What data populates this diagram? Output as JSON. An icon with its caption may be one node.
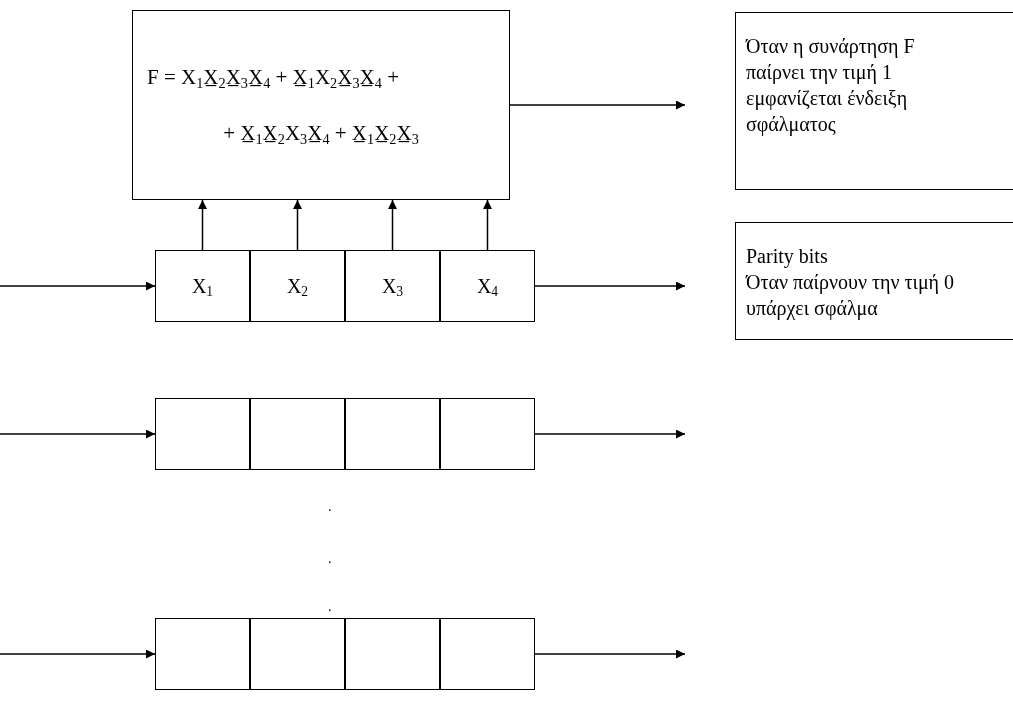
{
  "diagram": {
    "nodes": [
      {
        "text": [
          "F = X$_{1}$X̲$_{2}$X̲$_{3}$X̲$_{4}$ + X̲$_{1}$X$_{2}$X̲$_{3}$X̲$_{4}$ +",
          "+ X̲$_{1}$X̲$_{2}$X$_{3}$X̲$_{4}$ + X̲$_{1}$X̲$_{2}$X̲$_{3}$"
        ]
      },
      {
        "text": [
          "Όταν η συνάρτηση F παίρνει την τιμή 1 εμφανίζεται ένδειξη σφάλματος"
        ]
      },
      {
        "text": [
          "X$_{1}$"
        ]
      },
      {
        "text": [
          "X$_{2}$"
        ]
      },
      {
        "text": [
          "X$_{3}$"
        ]
      },
      {
        "text": [
          "X$_{4}$"
        ]
      },
      {
        "text": [
          "Parity bits",
          "Όταν παίρνουν την τιμή 0 υπάρχει σφάλμα"
        ]
      },
      {
        "text": [],
        "shape": "box"
      },
      {
        "text": [],
        "shape": "box"
      },
      {
        "text": [],
        "shape": "box"
      },
      {
        "text": [],
        "shape": "box"
      },
      {
        "text": [],
        "shape": "box"
      },
      {
        "text": [],
        "shape": "box"
      },
      {
        "text": [],
        "shape": "box"
      },
      {
        "text": [],
        "shape": "box"
      }
    ],
    "edges": [
      {
        "from": 0,
        "to": null,
        "arrow": "to"
      },
      {
        "from": 2,
        "to": 0,
        "arrow": "to"
      },
      {
        "from": 3,
        "to": 0,
        "arrow": "to"
      },
      {
        "from": 4,
        "to": 0,
        "arrow": "to"
      },
      {
        "from": 5,
        "to": 0,
        "arrow": "to"
      },
      {
        "from": null,
        "to": 2,
        "arrow": "to"
      },
      {
        "from": 5,
        "to": null,
        "arrow": "to"
      },
      {
        "from": null,
        "to": 7,
        "arrow": "to"
      },
      {
        "from": 10,
        "to": null,
        "arrow": "to"
      },
      {
        "from": null,
        "to": 11,
        "arrow": "to"
      },
      {
        "from": 14,
        "to": null,
        "arrow": "to"
      }
    ],
    "labels": [
      ".",
      ".",
      "."
    ]
  }
}
